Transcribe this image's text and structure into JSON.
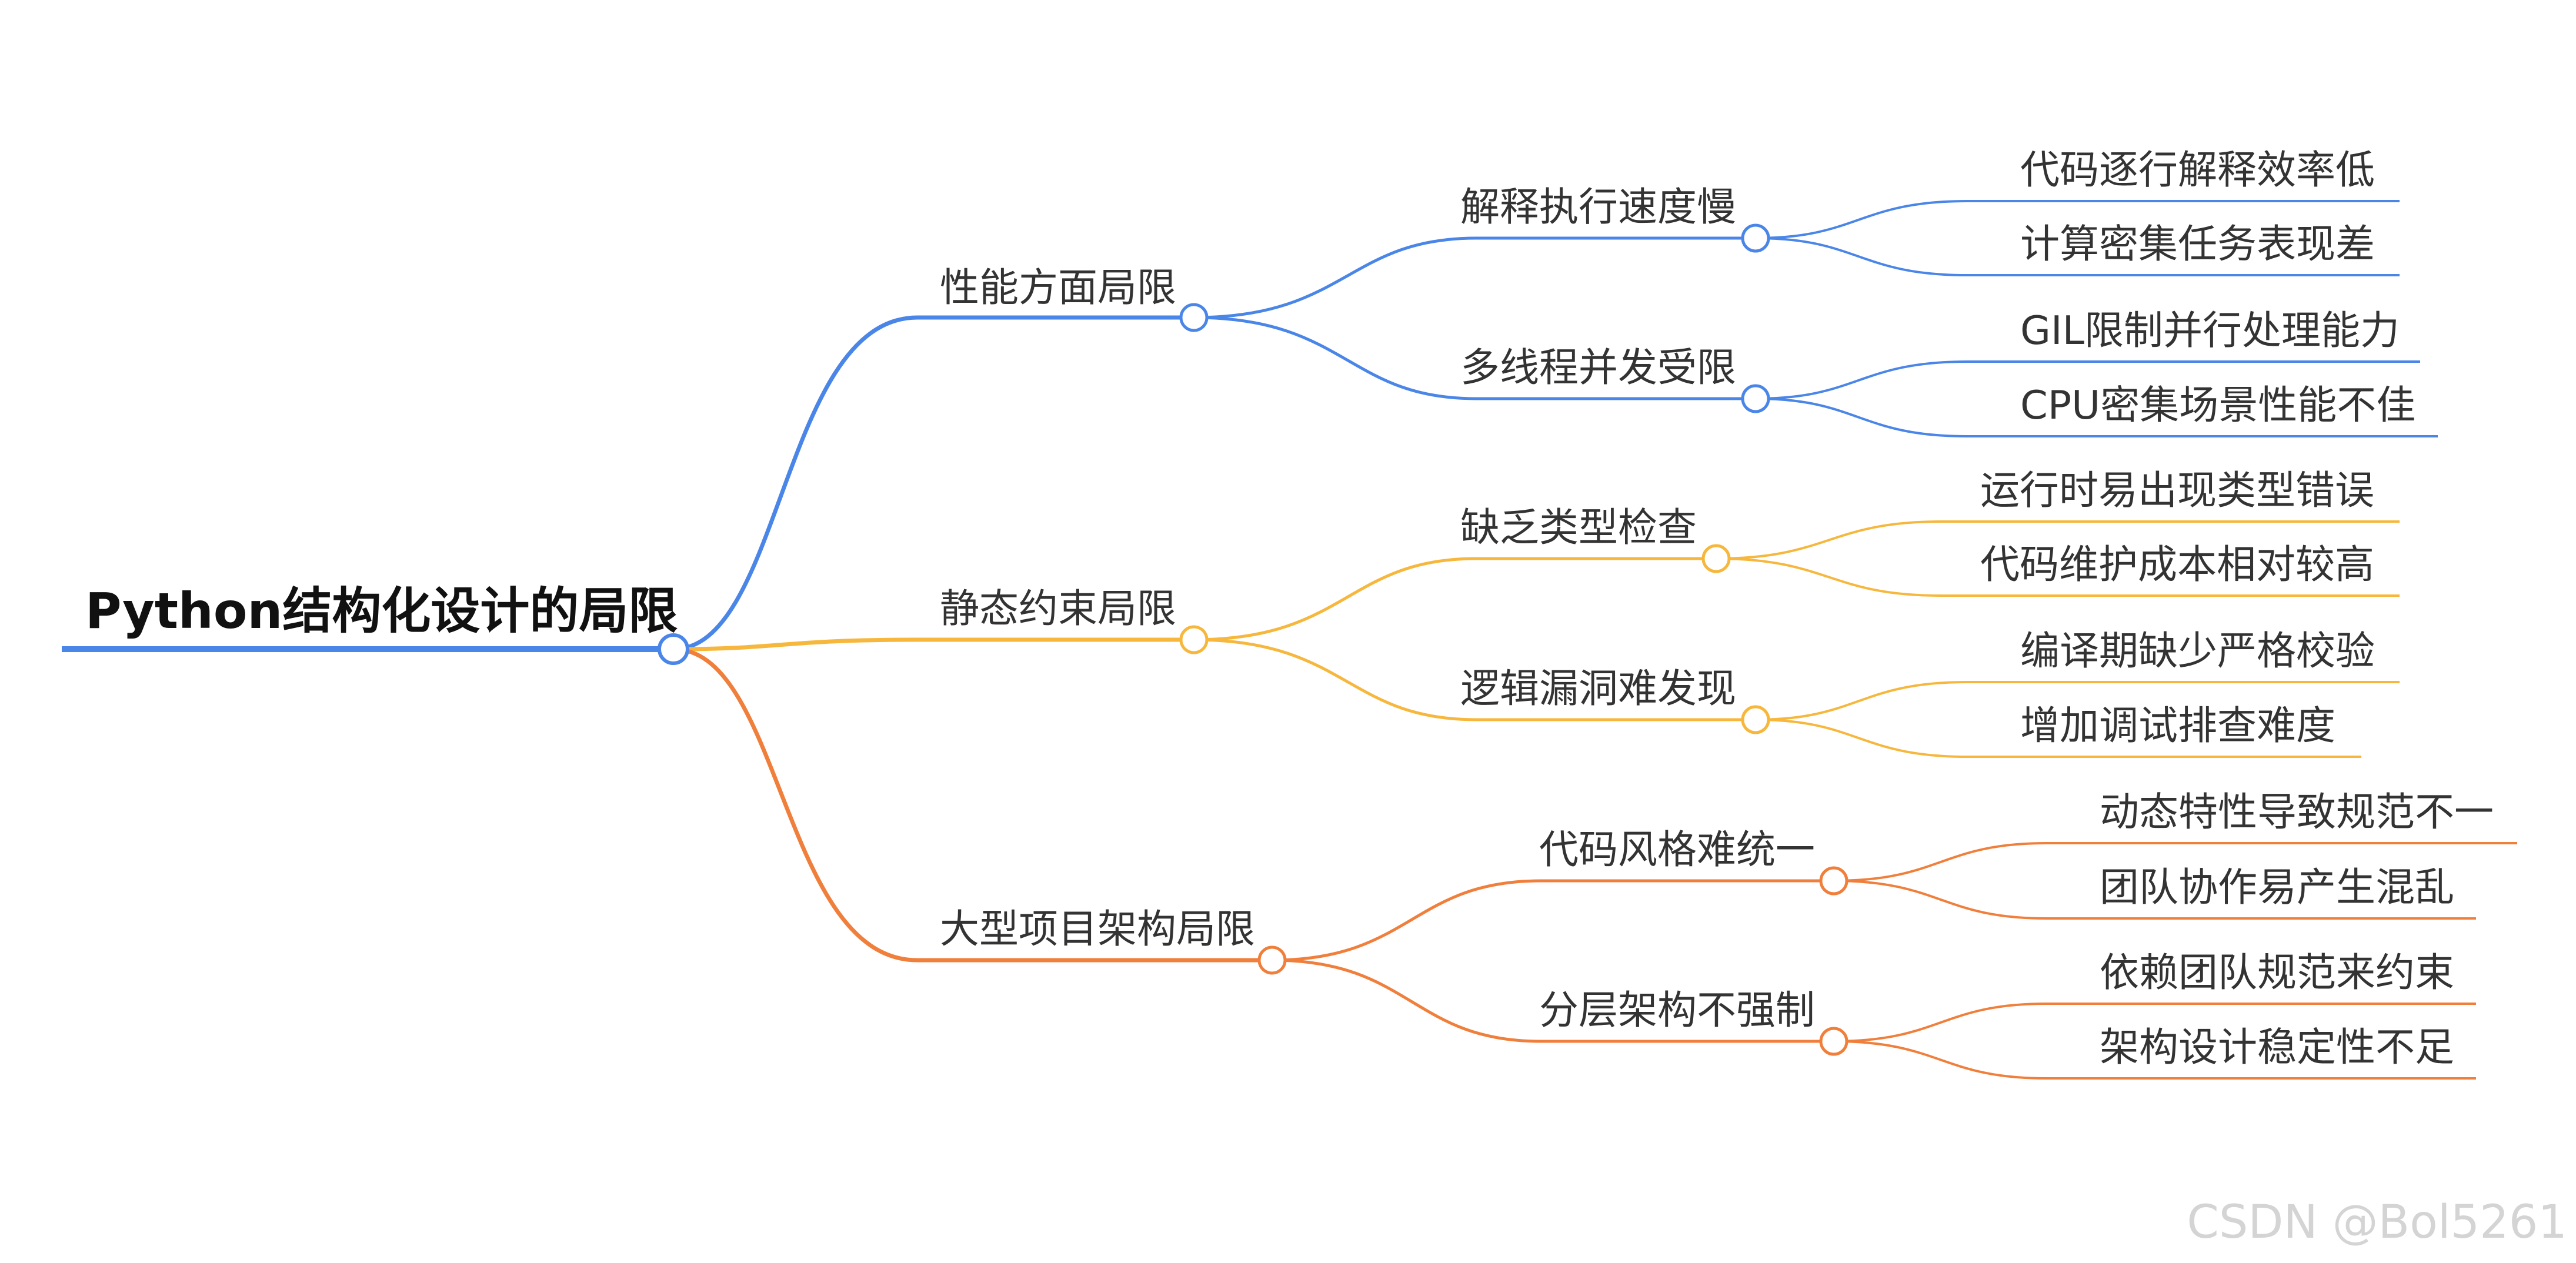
{
  "root": {
    "label": "Python结构化设计的局限",
    "color": "#4a86e8"
  },
  "branches": [
    {
      "label": "性能方面局限",
      "color": "#4a86e8",
      "children": [
        {
          "label": "解释执行速度慢",
          "children": [
            "代码逐行解释效率低",
            "计算密集任务表现差"
          ]
        },
        {
          "label": "多线程并发受限",
          "children": [
            "GIL限制并行处理能力",
            "CPU密集场景性能不佳"
          ]
        }
      ]
    },
    {
      "label": "静态约束局限",
      "color": "#f6b73c",
      "children": [
        {
          "label": "缺乏类型检查",
          "children": [
            "运行时易出现类型错误",
            "代码维护成本相对较高"
          ]
        },
        {
          "label": "逻辑漏洞难发现",
          "children": [
            "编译期缺少严格校验",
            "增加调试排查难度"
          ]
        }
      ]
    },
    {
      "label": "大型项目架构局限",
      "color": "#f07f3c",
      "children": [
        {
          "label": "代码风格难统一",
          "children": [
            "动态特性导致规范不一",
            "团队协作易产生混乱"
          ]
        },
        {
          "label": "分层架构不强制",
          "children": [
            "依赖团队规范来约束",
            "架构设计稳定性不足"
          ]
        }
      ]
    }
  ],
  "watermark": "CSDN @Bol5261"
}
